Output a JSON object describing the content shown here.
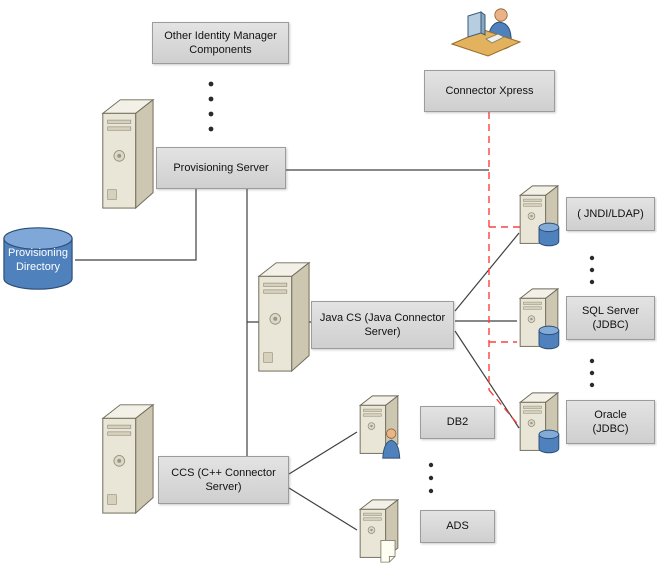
{
  "boxes": {
    "other_components": "Other Identity Manager\nComponents",
    "connector_xpress": "Connector Xpress",
    "provisioning_server": "Provisioning Server",
    "provisioning_directory": "Provisioning\nDirectory",
    "java_cs": "Java CS (Java Connector\nServer)",
    "ccs": "CCS (C++ Connector\nServer)",
    "jndi_ldap": "( JNDI/LDAP)",
    "sql_server": "SQL Server\n(JDBC)",
    "oracle": "Oracle\n(JDBC)",
    "db2": "DB2",
    "ads": "ADS"
  },
  "colors": {
    "label_box_fill": "#d9d9d9",
    "label_box_border": "#9c9c9c",
    "connector_solid": "#404040",
    "connector_dashed": "#ff4040",
    "directory_cylinder": "#4f81bd",
    "server_body": "#e9e5d7"
  },
  "icons": {
    "provisioning_server": "server-tower-icon",
    "java_cs": "server-tower-icon",
    "ccs": "server-tower-icon",
    "jndi_ldap": "database-server-icon",
    "sql_server": "database-server-icon",
    "oracle": "database-server-icon",
    "db2": "user-server-icon",
    "ads": "document-server-icon",
    "connector_xpress": "person-at-computer-icon",
    "provisioning_directory": "database-cylinder-icon"
  }
}
